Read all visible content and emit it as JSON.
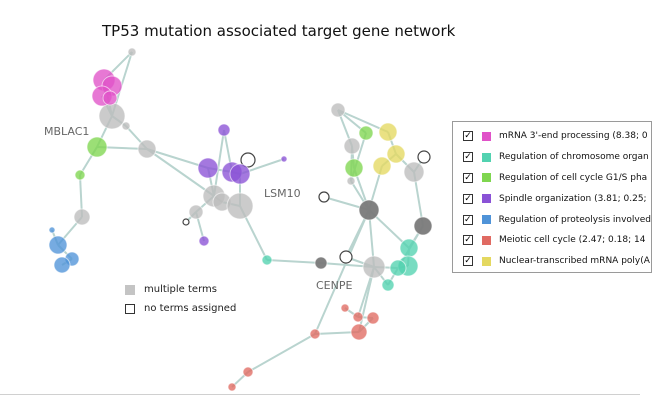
{
  "title": "TP53 mutation associated target gene network",
  "gene_labels": [
    "MBLAC1",
    "LSM10",
    "CENPE"
  ],
  "mini_legend": {
    "multiple_terms": "multiple terms",
    "no_terms": "no terms assigned",
    "multiple_color": "#c4c4c4",
    "none_color": "#ffffff"
  },
  "legend": {
    "items": [
      {
        "label": "mRNA 3'-end processing (8.38; 0",
        "color": "#e052c8",
        "checked": true
      },
      {
        "label": "Regulation of chromosome organ",
        "color": "#52d2b0",
        "checked": true
      },
      {
        "label": "Regulation of cell cycle G1/S pha",
        "color": "#7fd64f",
        "checked": true
      },
      {
        "label": "Spindle organization (3.81; 0.25;",
        "color": "#8a52d6",
        "checked": true
      },
      {
        "label": "Regulation of proteolysis involved",
        "color": "#4f93d8",
        "checked": true
      },
      {
        "label": "Meiotic cell cycle (2.47; 0.18; 14",
        "color": "#e06a62",
        "checked": true
      },
      {
        "label": "Nuclear-transcribed mRNA poly(A",
        "color": "#e4d860",
        "checked": true
      }
    ]
  },
  "colors": {
    "edge": "#b9d4cf",
    "grey": "#bdbdbd",
    "dark": "#7a7a7a",
    "magenta": "#e052c8",
    "teal": "#52d2b0",
    "green": "#7fd64f",
    "purple": "#8a52d6",
    "blue": "#4f93d8",
    "red": "#e06a62",
    "yellow": "#e4d860",
    "empty": "#ffffff"
  }
}
